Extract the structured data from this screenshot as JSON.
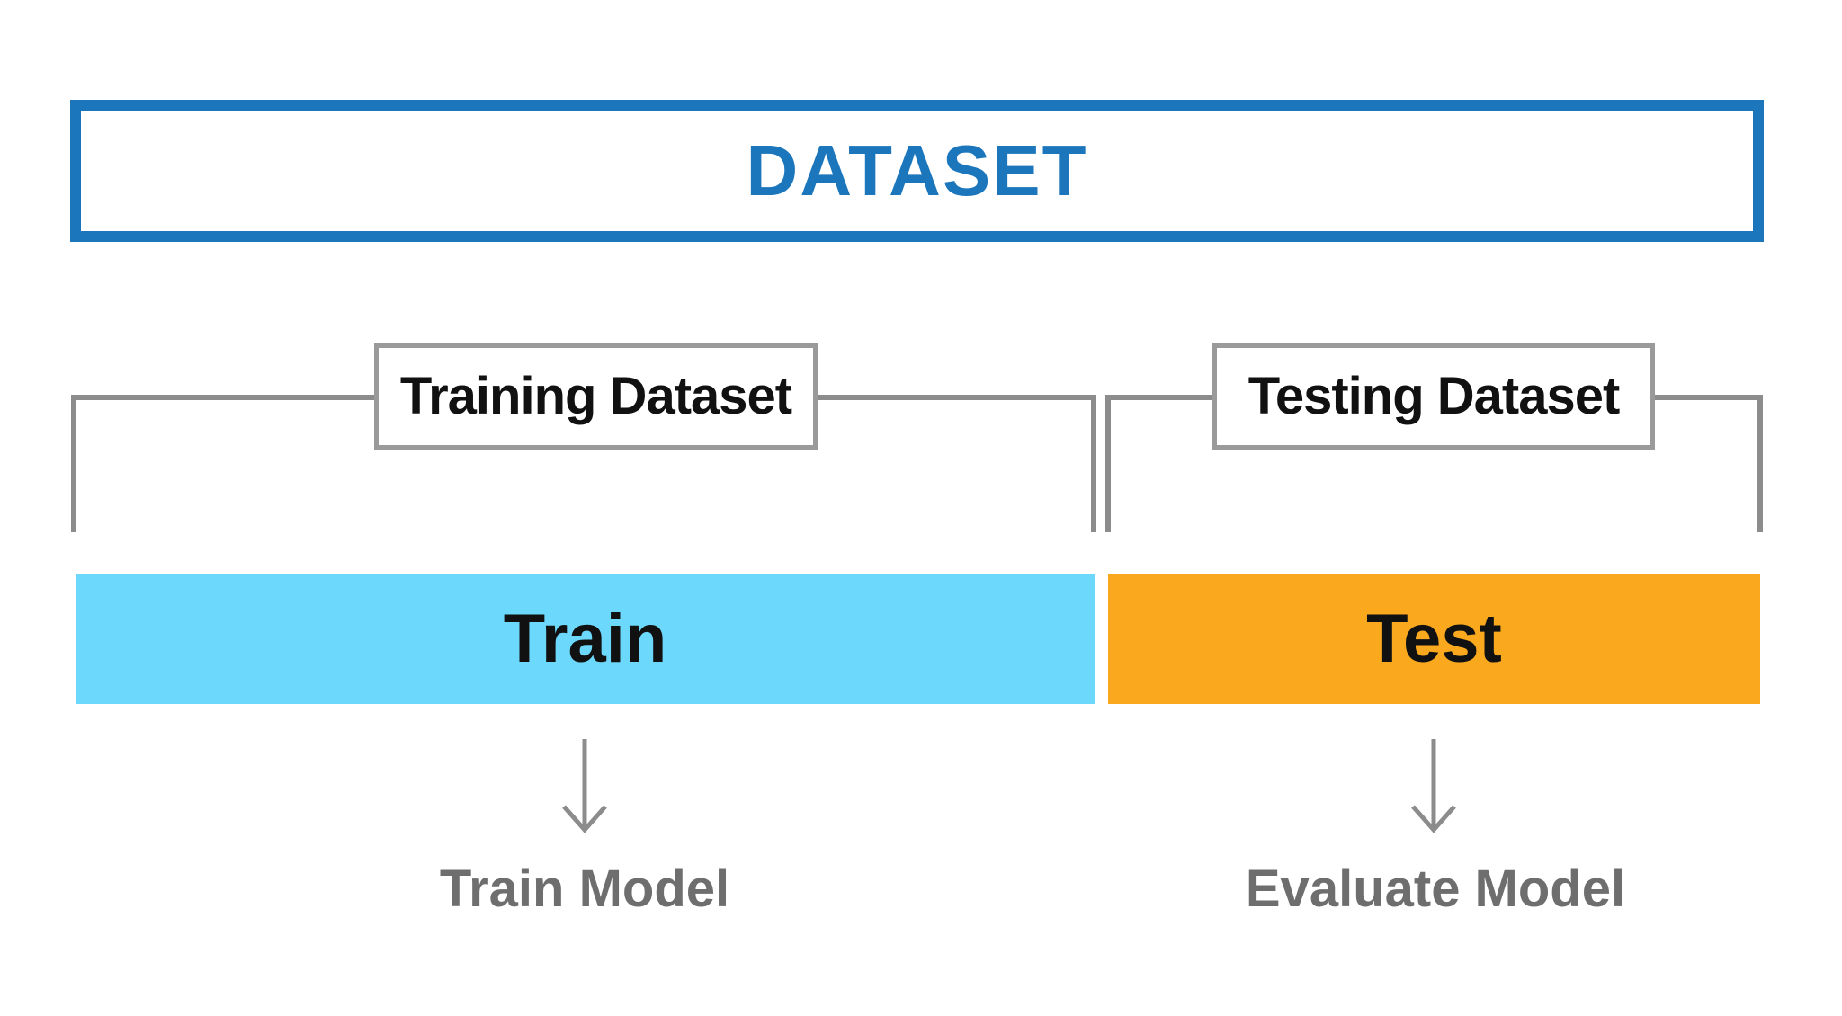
{
  "dataset": {
    "label": "DATASET"
  },
  "train_branch": {
    "bracket_label": "Training Dataset",
    "segment_label": "Train",
    "outcome_label": "Train Model"
  },
  "test_branch": {
    "bracket_label": "Testing Dataset",
    "segment_label": "Test",
    "outcome_label": "Evaluate Model"
  },
  "icons": {
    "train_arrow": "down-arrow",
    "test_arrow": "down-arrow"
  },
  "colors": {
    "dataset_blue": "#1B76BC",
    "train_cyan": "#6CD8FC",
    "test_orange": "#FAA81E",
    "connector_gray": "#8C8C8C",
    "label_box_border_gray": "#9A9A9A",
    "outcome_text_gray": "#6E6E6E",
    "label_text_black": "#111111",
    "background": "#FFFFFF"
  }
}
